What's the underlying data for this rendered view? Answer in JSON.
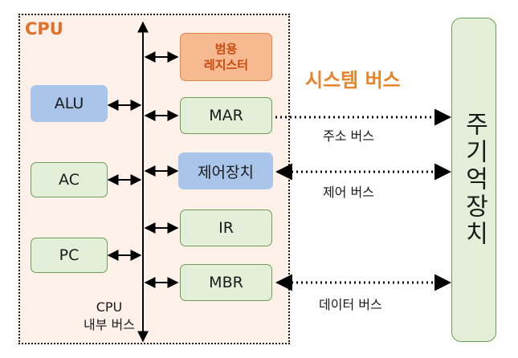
{
  "cpu": {
    "label": "CPU",
    "internal_bus_line1": "CPU",
    "internal_bus_line2": "내부 버스"
  },
  "registers": {
    "general": "범용\n레지스터",
    "alu": "ALU",
    "mar": "MAR",
    "control_unit": "제어장치",
    "ac": "AC",
    "ir": "IR",
    "pc": "PC",
    "mbr": "MBR"
  },
  "system_bus": {
    "title": "시스템 버스",
    "address_bus": "주소 버스",
    "control_bus": "제어 버스",
    "data_bus": "데이터 버스"
  },
  "memory": {
    "label": "주기억장치"
  },
  "colors": {
    "cpu_background": "#fdf1ea",
    "cpu_label": "#e0702a",
    "system_bus_title": "#e8842a",
    "register_fill": "#e3efd8",
    "register_border": "#6f9d55",
    "highlight_blue": "#a9c6ea",
    "highlight_orange": "#f7b990"
  }
}
